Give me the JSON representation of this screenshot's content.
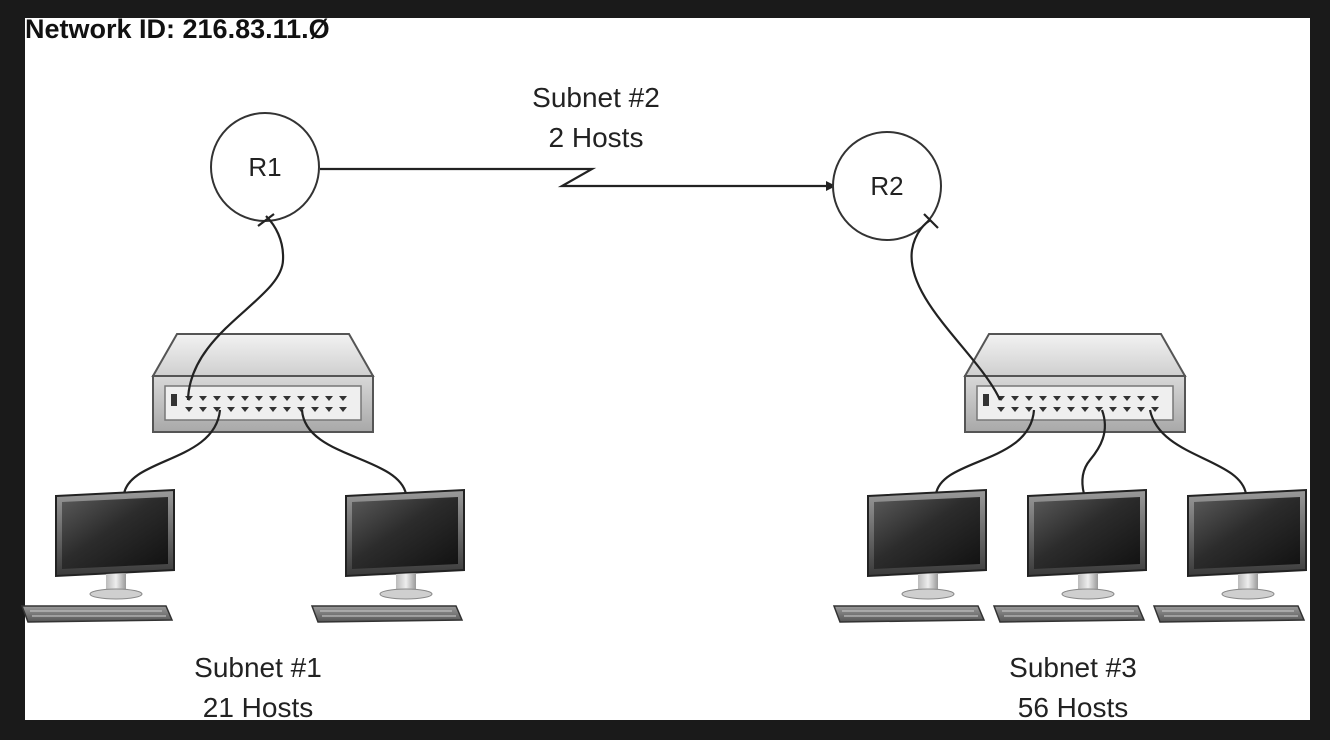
{
  "network_id": "Network ID: 216.83.11.Ø",
  "routers": [
    {
      "name": "R1"
    },
    {
      "name": "R2"
    }
  ],
  "subnets": [
    {
      "name": "Subnet #1",
      "hosts": "21 Hosts"
    },
    {
      "name": "Subnet #2",
      "hosts": "2 Hosts"
    },
    {
      "name": "Subnet #3",
      "hosts": "56 Hosts"
    }
  ],
  "colors": {
    "frame": "#1a1a1a",
    "background": "#ffffff",
    "line": "#222222",
    "switch_body": "#dcdcdc",
    "monitor_screen": "#2e2e2e"
  },
  "icons": [
    "router-icon",
    "switch-icon",
    "computer-icon"
  ]
}
